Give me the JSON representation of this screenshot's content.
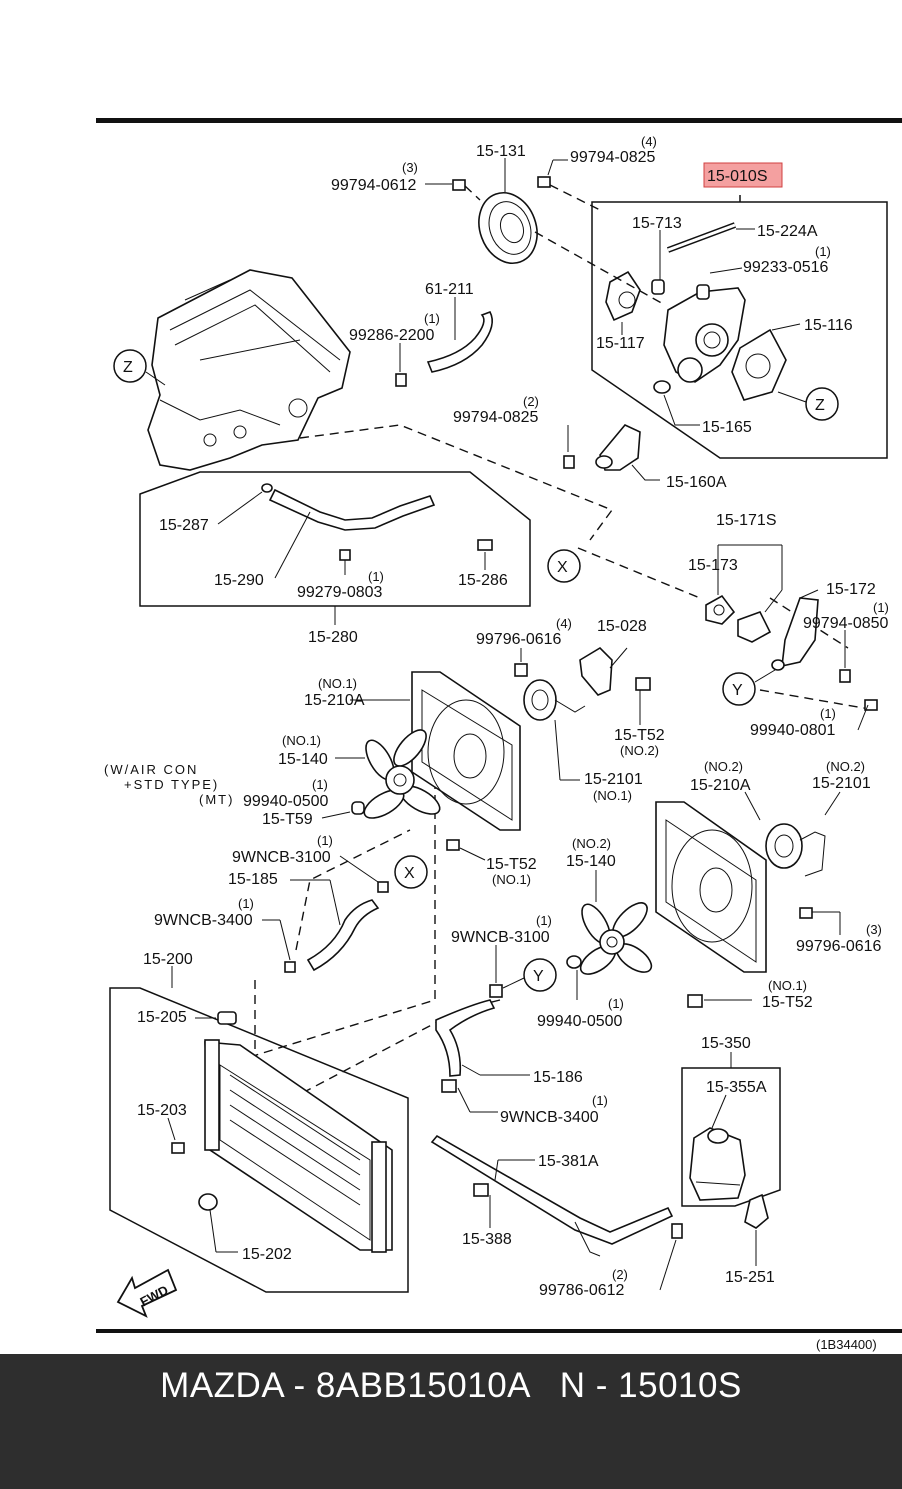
{
  "diagram": {
    "ref_code": "(1B34400)",
    "highlight_color": "#f4a0a0",
    "fwd": "FWD",
    "labels": {
      "p15_131": "15-131",
      "p99794_0825_top": "99794-0825",
      "q4_top": "(4)",
      "p99794_0612": "99794-0612",
      "q3_top": "(3)",
      "p15_010s": "15-010S",
      "p15_713": "15-713",
      "p15_224a": "15-224A",
      "p99233_0516": "99233-0516",
      "q1_99233": "(1)",
      "p15_117": "15-117",
      "p15_116": "15-116",
      "p15_165": "15-165",
      "z_right": "Z",
      "z_left": "Z",
      "p61_211": "61-211",
      "p99286_2200": "99286-2200",
      "q1_99286": "(1)",
      "p99794_0825_mid": "99794-0825",
      "q2_mid": "(2)",
      "p15_160a": "15-160A",
      "p15_287": "15-287",
      "p15_290": "15-290",
      "p99279_0803": "99279-0803",
      "q1_99279": "(1)",
      "p15_286": "15-286",
      "p15_280": "15-280",
      "x_mid": "X",
      "p15_171s": "15-171S",
      "p15_173": "15-173",
      "p15_172": "15-172",
      "p99794_0850": "99794-0850",
      "q1_0850": "(1)",
      "y_mid": "Y",
      "p99940_0801": "99940-0801",
      "q1_0801": "(1)",
      "p99796_0616_top": "99796-0616",
      "q4_0616": "(4)",
      "p15_028": "15-028",
      "no1_210a": "(NO.1)",
      "p15_210a_1": "15-210A",
      "p15_t52_no2": "15-T52",
      "no2_t52": "(NO.2)",
      "no1_140": "(NO.1)",
      "p15_140_1": "15-140",
      "p15_2101_1": "15-2101",
      "no1_2101": "(NO.1)",
      "aircon_1": "(W/AIR  CON",
      "aircon_2": "+STD TYPE)",
      "aircon_3": "(MT)",
      "p99940_0500_left": "99940-0500",
      "q1_0500_left": "(1)",
      "p15_t59": "15-T59",
      "no2_210a": "(NO.2)",
      "p15_210a_2": "15-210A",
      "no2_2101": "(NO.2)",
      "p15_2101_2": "15-2101",
      "p9wncb_3100_left": "9WNCB-3100",
      "q1_3100_left": "(1)",
      "x_low": "X",
      "p15_t52_no1": "15-T52",
      "no1_t52": "(NO.1)",
      "p15_185": "15-185",
      "p9wncb_3400_left": "9WNCB-3400",
      "q1_3400_left": "(1)",
      "no2_140": "(NO.2)",
      "p15_140_2": "15-140",
      "p99796_0616_low": "99796-0616",
      "q3_0616": "(3)",
      "p9wncb_3100_mid": "9WNCB-3100",
      "q1_3100_mid": "(1)",
      "y_low": "Y",
      "p99940_0500_mid": "99940-0500",
      "q1_0500_mid": "(1)",
      "no1_t52_low": "(NO.1)",
      "p15_t52_low": "15-T52",
      "p15_200": "15-200",
      "p15_205": "15-205",
      "p15_186": "15-186",
      "p9wncb_3400_mid": "9WNCB-3400",
      "q1_3400_mid": "(1)",
      "p15_350": "15-350",
      "p15_355a": "15-355A",
      "p15_203": "15-203",
      "p15_381a": "15-381A",
      "p15_388": "15-388",
      "p15_202": "15-202",
      "p99786_0612": "99786-0612",
      "q2_0612": "(2)",
      "p15_251": "15-251"
    }
  },
  "footer": {
    "caption": "MAZDA - 8ABB15010A   N - 15010S"
  }
}
